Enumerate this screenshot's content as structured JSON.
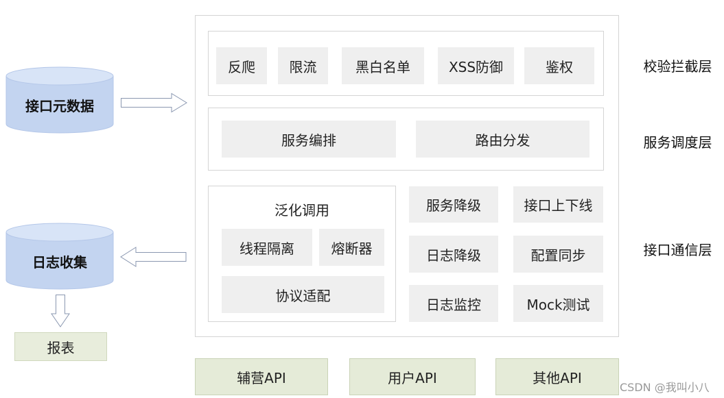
{
  "left": {
    "interface_metadata": "接口元数据",
    "log_collection": "日志收集",
    "report": "报表"
  },
  "validation_layer": {
    "label": "校验拦截层",
    "items": [
      "反爬",
      "限流",
      "黑白名单",
      "XSS防御",
      "鉴权"
    ]
  },
  "scheduling_layer": {
    "label": "服务调度层",
    "items": [
      "服务编排",
      "路由分发"
    ]
  },
  "communication_layer": {
    "label": "接口通信层",
    "generalized_call": {
      "title": "泛化调用",
      "thread_isolation": "线程隔离",
      "circuit_breaker": "熔断器",
      "protocol_adaptation": "协议适配"
    },
    "grid": [
      "服务降级",
      "接口上下线",
      "日志降级",
      "配置同步",
      "日志监控",
      "Mock测试"
    ]
  },
  "apis": [
    "辅营API",
    "用户API",
    "其他API"
  ],
  "watermark": "CSDN @我叫小八",
  "colors": {
    "cylinder_fill": "#c3d4f0",
    "cylinder_top": "#d8e4f7",
    "box_fill": "#efefef",
    "api_fill": "#e5ebd8"
  }
}
